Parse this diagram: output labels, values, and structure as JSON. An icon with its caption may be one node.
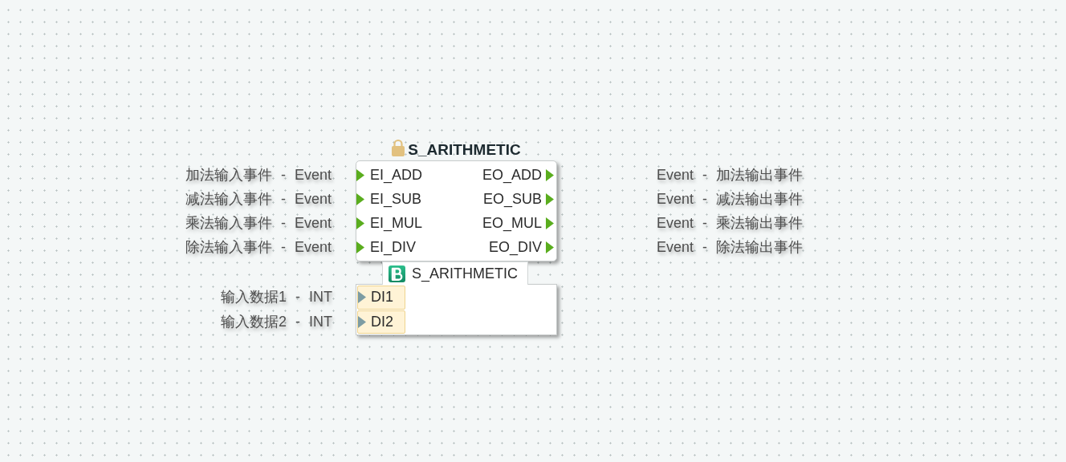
{
  "diagram": {
    "nodes": [
      {
        "text": [
          "S_ARITHMETIC",
          "EI_ADD",
          "EO_ADD",
          "EI_SUB",
          "EO_SUB",
          "EI_MUL",
          "EO_MUL",
          "EI_DIV",
          "EO_DIV"
        ],
        "beside": [
          "加法输入事件 - Event",
          "Event - 加法输出事件",
          "减法输入事件 - Event",
          "Event - 减法输出事件",
          "乘法输入事件 - Event",
          "Event - 乘法输出事件",
          "除法输入事件 - Event",
          "Event - 除法输出事件"
        ]
      },
      {
        "text": [
          "S_ARITHMETIC"
        ]
      },
      {
        "text": [],
        "shape": "box"
      },
      {
        "text": [
          "DI1"
        ],
        "in": 2,
        "beside": [
          "输入数据1 - INT"
        ]
      },
      {
        "text": [
          "DI2"
        ],
        "in": 2,
        "beside": [
          "输入数据2 - INT"
        ]
      }
    ]
  }
}
